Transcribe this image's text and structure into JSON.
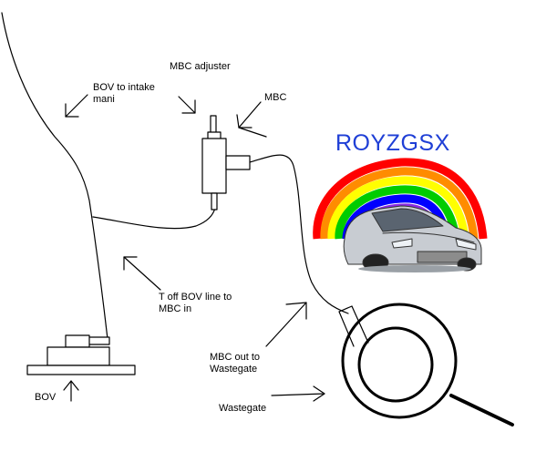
{
  "labels": {
    "bov_to_intake": "BOV to intake\nmani",
    "mbc_adjuster": "MBC adjuster",
    "mbc": "MBC",
    "t_off_bov": "T off BOV line to\nMBC in",
    "mbc_out": "MBC out to\nWastegate",
    "wastegate": "Wastegate",
    "bov": "BOV"
  },
  "brand": {
    "text": "ROYZGSX",
    "color": "#1f3fd6"
  },
  "colors": {
    "ink": "#000000",
    "rainbow": [
      "#ff0000",
      "#ff8c00",
      "#ffff00",
      "#00cc00",
      "#0000ff",
      "#8a2be2"
    ],
    "car_body": "#c8ccd2"
  }
}
